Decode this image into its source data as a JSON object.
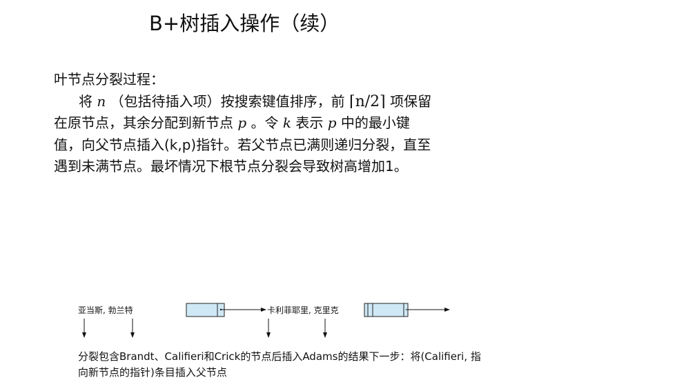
{
  "slide": {
    "title": "B+树插入操作（续）"
  },
  "body": {
    "heading": "叶节点分裂过程：",
    "line1_a": "将",
    "line1_n": "n",
    "line1_b": "（包括待插入项）按搜索键值排序，前",
    "line1_ceil_open": "⌈",
    "line1_frac": "n/2",
    "line1_ceil_close": "⌉",
    "line1_c": "项保留",
    "line2_a": "在原节点，其余分配到新节点",
    "line2_p": "p",
    "line2_b": "。令",
    "line2_k": "k",
    "line2_c": "表示",
    "line2_p2": "p",
    "line2_d": "中的最小键",
    "line3": "值，向父节点插入(k,p)指针。若父节点已满则递归分裂，直至",
    "line4": "遇到未满节点。最坏情况下根节点分裂会导致树高增加1。"
  },
  "figure": {
    "left_label": "亚当斯, 勃兰特",
    "right_label": "卡利菲耶里, 克里克",
    "node_fill": "#cfe8f5",
    "caption_line1": "分裂包含Brandt、Califieri和Crick的节点后插入Adams的结果下一步：将(Califieri, 指",
    "caption_line2": "向新节点的指针)条目插入父节点"
  }
}
